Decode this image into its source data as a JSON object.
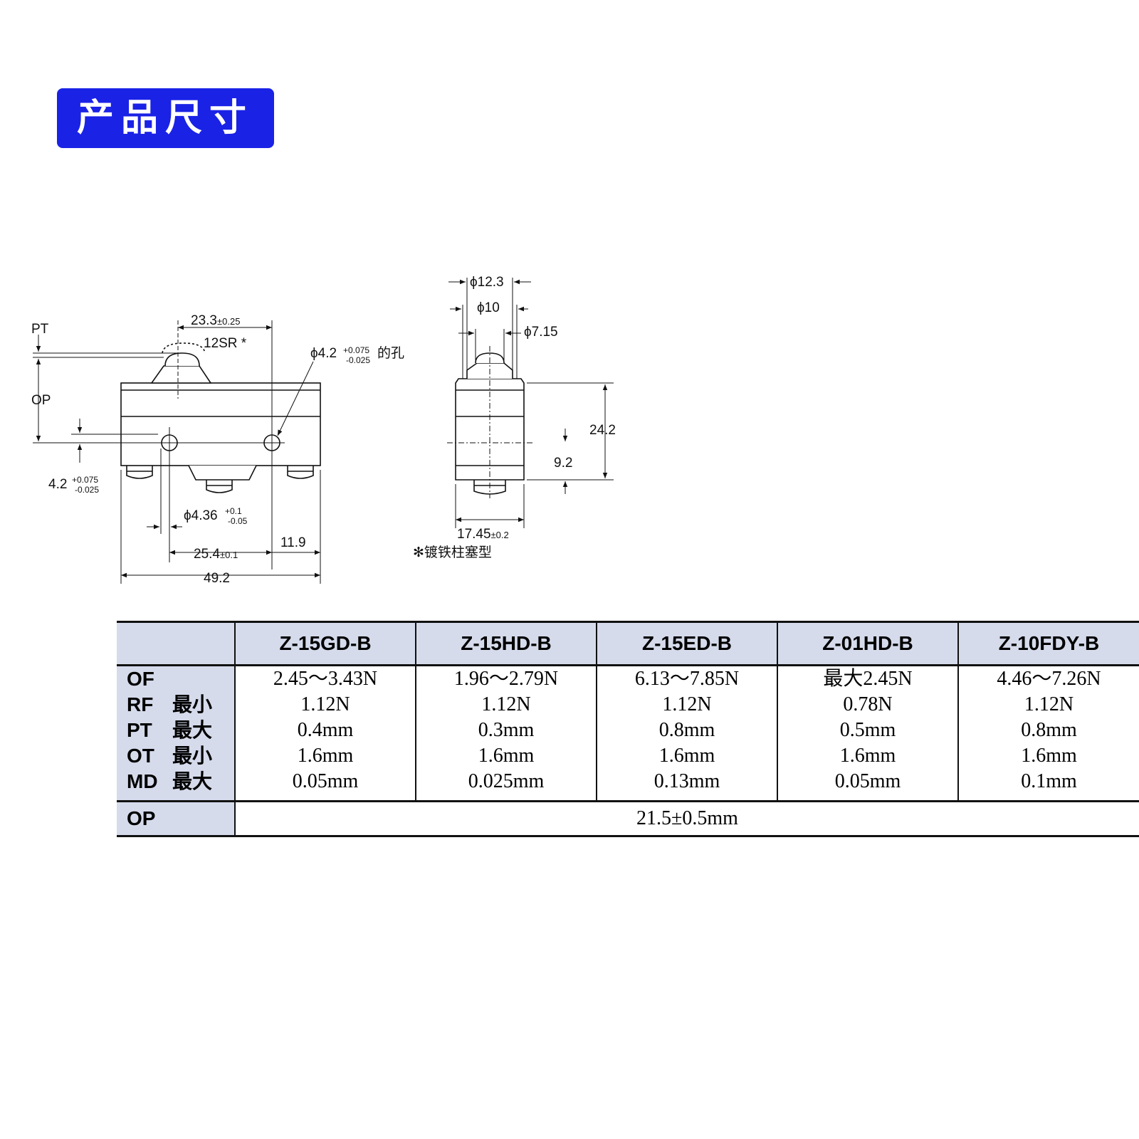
{
  "header": {
    "title": "产品尺寸"
  },
  "drawing": {
    "front": {
      "pt": "PT",
      "op": "OP",
      "dim_23_3": "23.3",
      "tol_23_3": "±0.25",
      "sr": "12SR *",
      "hole_label": "ϕ4.2",
      "hole_tol_plus": "+0.075",
      "hole_tol_minus": "-0.025",
      "hole_suffix": "的孔",
      "dim_4_2": "4.2",
      "dim_4_2_plus": "+0.075",
      "dim_4_2_minus": "-0.025",
      "dim_4_36": "ϕ4.36",
      "dim_4_36_plus": "+0.1",
      "dim_4_36_minus": "-0.05",
      "dim_25_4": "25.4",
      "tol_25_4": "±0.1",
      "dim_11_9": "11.9",
      "dim_49_2": "49.2"
    },
    "side": {
      "dim_12_3": "ϕ12.3",
      "dim_10": "ϕ10",
      "dim_7_15": "ϕ7.15",
      "dim_24_2": "24.2",
      "dim_9_2": "9.2",
      "dim_17_45": "17.45",
      "tol_17_45": "±0.2",
      "note": "✻镀铁柱塞型"
    }
  },
  "table": {
    "columns": [
      "Z-15GD-B",
      "Z-15HD-B",
      "Z-15ED-B",
      "Z-01HD-B",
      "Z-10FDY-B"
    ],
    "row_labels": [
      {
        "key": "OF",
        "qual": ""
      },
      {
        "key": "RF",
        "qual": "最小"
      },
      {
        "key": "PT",
        "qual": "最大"
      },
      {
        "key": "OT",
        "qual": "最小"
      },
      {
        "key": "MD",
        "qual": "最大"
      }
    ],
    "values": [
      [
        "2.45～3.43N",
        "1.12N",
        "0.4mm",
        "1.6mm",
        "0.05mm"
      ],
      [
        "1.96～2.79N",
        "1.12N",
        "0.3mm",
        "1.6mm",
        "0.025mm"
      ],
      [
        "6.13～7.85N",
        "1.12N",
        "0.8mm",
        "1.6mm",
        "0.13mm"
      ],
      [
        "最大2.45N",
        "0.78N",
        "0.5mm",
        "1.6mm",
        "0.05mm"
      ],
      [
        "4.46～7.26N",
        "1.12N",
        "0.8mm",
        "1.6mm",
        "0.1mm"
      ]
    ],
    "op_label": "OP",
    "op_value": "21.5±0.5mm"
  }
}
